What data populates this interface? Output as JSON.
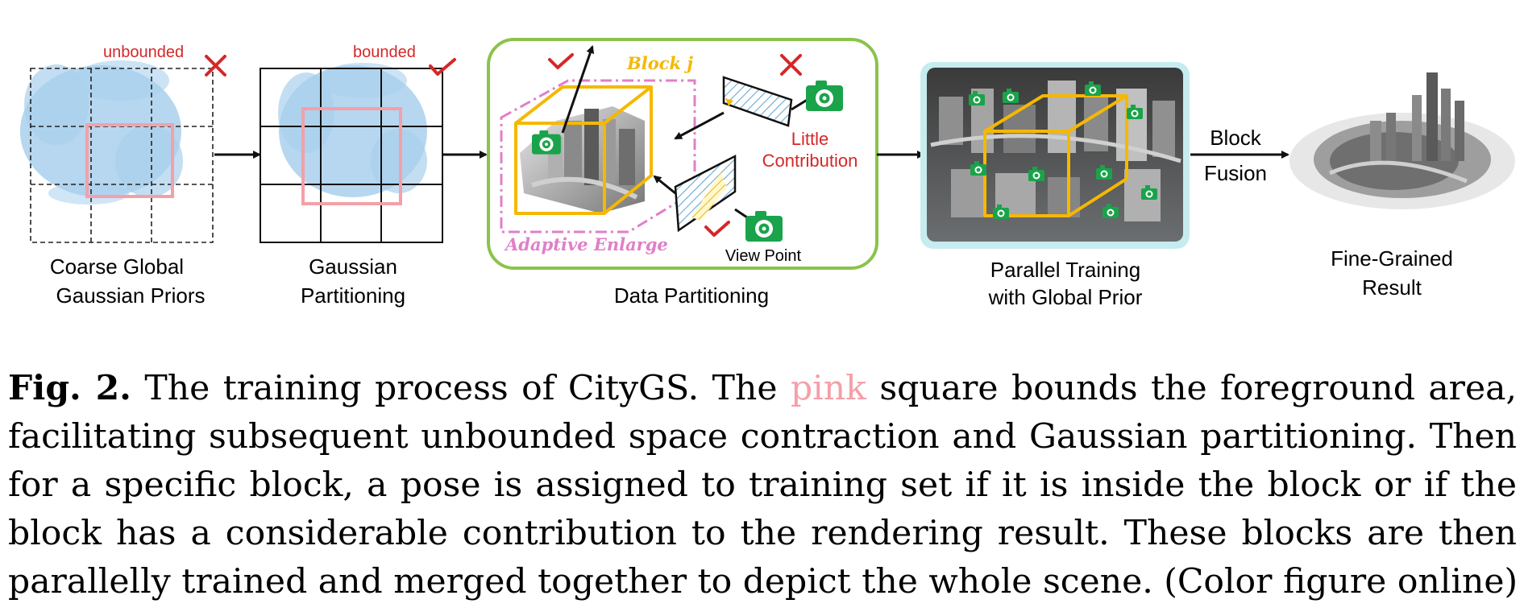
{
  "figure": {
    "panel1": {
      "tag": "unbounded",
      "caption_line1": "Coarse Global",
      "caption_line2": "Gaussian Priors",
      "mark": "cross"
    },
    "panel2": {
      "tag": "bounded",
      "caption_line1": "Gaussian",
      "caption_line2": "Partitioning",
      "mark": "check"
    },
    "panel3": {
      "block_label": "Block j",
      "enlarge_label": "Adaptive Enlarge",
      "little_contrib_line1": "Little",
      "little_contrib_line2": "Contribution",
      "viewpoint_label": "View Point",
      "caption": "Data Partitioning"
    },
    "panel4": {
      "caption_line1": "Parallel Training",
      "caption_line2": "with Global Prior"
    },
    "fusion_line1": "Block",
    "fusion_line2": "Fusion",
    "panel5": {
      "caption_line1": "Fine-Grained",
      "caption_line2": "Result"
    },
    "colors": {
      "point_cloud": "#a9d0ec",
      "pink_square": "#f3a0a8",
      "block_yellow": "#f5b800",
      "enlarge_pink": "#e07fc8",
      "green_border": "#8bc34a",
      "cyan_border": "#c6ecef",
      "camera_green": "#1aa34a",
      "mark_red": "#d62728"
    }
  },
  "caption": {
    "fig_label": "Fig. 2.",
    "line1_before": "The training process of CityGS. The",
    "line1_pink": "pink",
    "line1_after": "square bounds the foreground area,",
    "line2": "facilitating subsequent unbounded space contraction and Gaussian partitioning. Then",
    "line3": "for a specific block, a pose is assigned to training set if it is inside the block or if the",
    "line4": "block has a considerable contribution to the rendering result. These blocks are then",
    "line5": "parallelly trained and merged together to depict the whole scene. (Color figure online)"
  }
}
